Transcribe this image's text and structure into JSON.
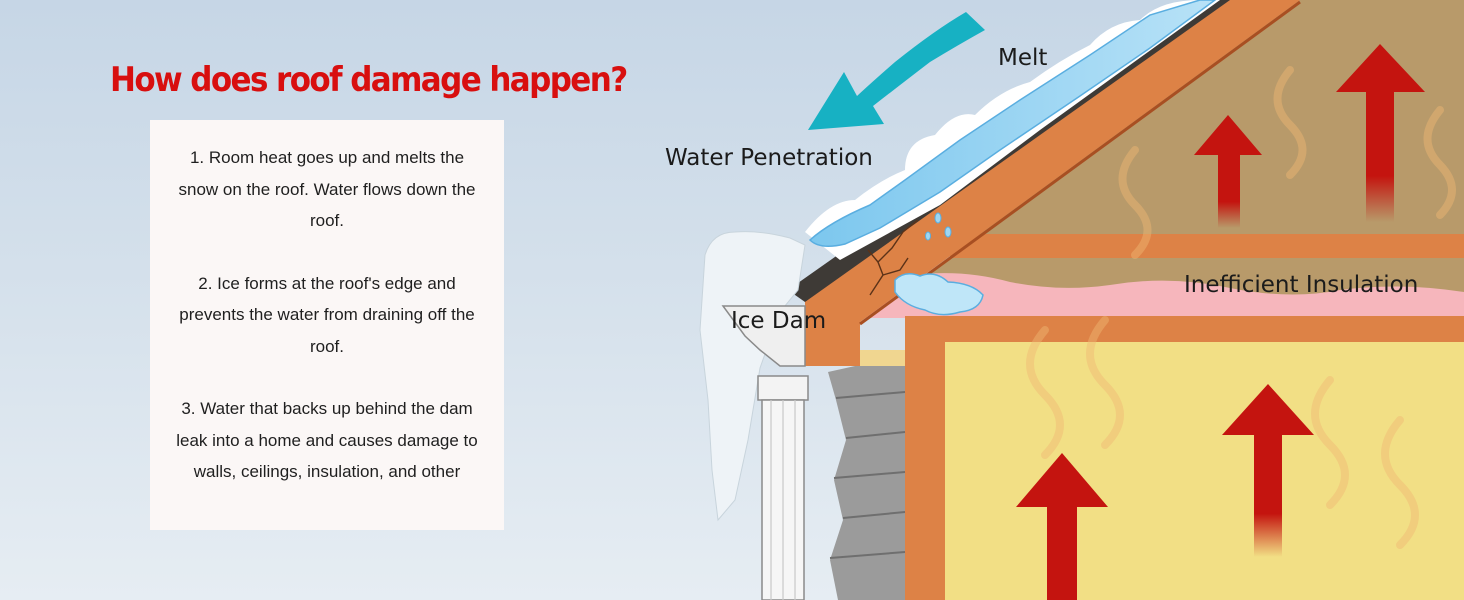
{
  "heading": {
    "text": "How does roof damage happen?",
    "color": "#d80f0f"
  },
  "steps": [
    "1. Room heat goes up and melts the snow on the roof. Water flows down the roof.",
    "2. Ice forms at the roof's edge and prevents the water from draining off the roof.",
    "3. Water that backs up behind the dam leak into a home and causes damage to walls, ceilings, insulation, and other"
  ],
  "labels": {
    "melt": "Melt",
    "water_penetration": "Water Penetration",
    "ice_dam": "Ice Dam",
    "inefficient_insulation": "Inefficient Insulation"
  },
  "colors": {
    "heat_arrow": "#c4140f",
    "flow_arrow": "#17b1c3",
    "trim": "#dd8246",
    "attic_wall": "#b89a6a",
    "interior_wall": "#f2df85",
    "insulation": "#f6b6bc",
    "shingle": "#3e3a36"
  }
}
